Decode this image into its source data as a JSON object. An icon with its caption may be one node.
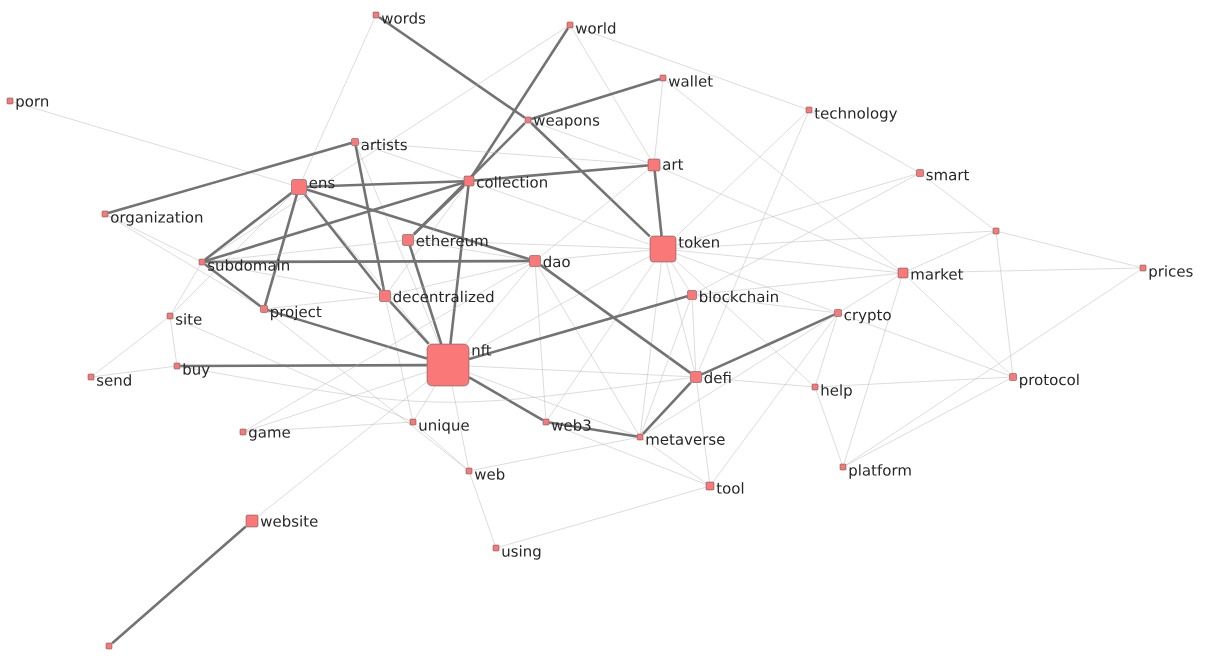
{
  "diagram": {
    "nodes": [
      {
        "text": [
          "words"
        ]
      },
      {
        "text": [
          "world"
        ]
      },
      {
        "text": [
          "porn"
        ]
      },
      {
        "text": [
          "wallet"
        ]
      },
      {
        "text": [
          "technology"
        ]
      },
      {
        "text": [
          "weapons"
        ]
      },
      {
        "text": [
          "artists"
        ]
      },
      {
        "text": [
          "art"
        ]
      },
      {
        "text": [
          "smart"
        ]
      },
      {
        "text": [
          "ens"
        ]
      },
      {
        "text": [
          "collection"
        ]
      },
      {
        "text": [
          "organization"
        ]
      },
      {
        "text": [],
        "shape": "box"
      },
      {
        "text": [
          "ethereum"
        ]
      },
      {
        "text": [
          "token"
        ]
      },
      {
        "text": [
          "subdomain"
        ]
      },
      {
        "text": [
          "dao"
        ]
      },
      {
        "text": [
          "prices"
        ]
      },
      {
        "text": [
          "market"
        ]
      },
      {
        "text": [
          "decentralized"
        ]
      },
      {
        "text": [
          "blockchain"
        ]
      },
      {
        "text": [
          "site"
        ]
      },
      {
        "text": [
          "project"
        ]
      },
      {
        "text": [
          "crypto"
        ]
      },
      {
        "text": [
          "nft"
        ]
      },
      {
        "text": [
          "buy"
        ]
      },
      {
        "text": [
          "send"
        ]
      },
      {
        "text": [
          "defi"
        ]
      },
      {
        "text": [
          "protocol"
        ]
      },
      {
        "text": [
          "help"
        ]
      },
      {
        "text": [
          "unique"
        ]
      },
      {
        "text": [
          "game"
        ]
      },
      {
        "text": [
          "web3"
        ]
      },
      {
        "text": [
          "metaverse"
        ]
      },
      {
        "text": [
          "web"
        ]
      },
      {
        "text": [
          "platform"
        ]
      },
      {
        "text": [
          "tool"
        ]
      },
      {
        "text": [
          "website"
        ]
      },
      {
        "text": [
          "using"
        ]
      },
      {
        "text": [],
        "shape": "box"
      }
    ],
    "edges": [
      {
        "from": 0,
        "to": 5,
        "arrow": "none",
        "style": "thick"
      },
      {
        "from": 0,
        "to": 9,
        "arrow": "none"
      },
      {
        "from": 1,
        "to": 10,
        "arrow": "none",
        "style": "thick"
      },
      {
        "from": 1,
        "to": 7,
        "arrow": "none"
      },
      {
        "from": 1,
        "to": 15,
        "arrow": "none"
      },
      {
        "from": 1,
        "to": 4,
        "arrow": "none"
      },
      {
        "from": 2,
        "to": 9,
        "arrow": "none"
      },
      {
        "from": 3,
        "to": 5,
        "arrow": "none",
        "style": "thick"
      },
      {
        "from": 3,
        "to": 7,
        "arrow": "none"
      },
      {
        "from": 3,
        "to": 18,
        "arrow": "none"
      },
      {
        "from": 4,
        "to": 8,
        "arrow": "none"
      },
      {
        "from": 4,
        "to": 14,
        "arrow": "none"
      },
      {
        "from": 4,
        "to": 27,
        "arrow": "none"
      },
      {
        "from": 5,
        "to": 10,
        "arrow": "none"
      },
      {
        "from": 5,
        "to": 7,
        "arrow": "none"
      },
      {
        "from": 5,
        "to": 14,
        "arrow": "none",
        "style": "thick"
      },
      {
        "from": 5,
        "to": 13,
        "arrow": "none",
        "style": "thick"
      },
      {
        "from": 6,
        "to": 11,
        "arrow": "none",
        "style": "thick"
      },
      {
        "from": 6,
        "to": 10,
        "arrow": "none"
      },
      {
        "from": 6,
        "to": 7,
        "arrow": "none"
      },
      {
        "from": 6,
        "to": 19,
        "arrow": "none",
        "style": "thick"
      },
      {
        "from": 6,
        "to": 24,
        "arrow": "none"
      },
      {
        "from": 7,
        "to": 14,
        "arrow": "none",
        "style": "thick"
      },
      {
        "from": 7,
        "to": 10,
        "arrow": "none",
        "style": "thick"
      },
      {
        "from": 7,
        "to": 18,
        "arrow": "none"
      },
      {
        "from": 7,
        "to": 16,
        "arrow": "none"
      },
      {
        "from": 8,
        "to": 12,
        "arrow": "none"
      },
      {
        "from": 8,
        "to": 14,
        "arrow": "none"
      },
      {
        "from": 8,
        "to": 20,
        "arrow": "none"
      },
      {
        "from": 9,
        "to": 15,
        "arrow": "none",
        "style": "thick"
      },
      {
        "from": 9,
        "to": 10,
        "arrow": "none",
        "style": "thick"
      },
      {
        "from": 9,
        "to": 16,
        "arrow": "none",
        "style": "thick"
      },
      {
        "from": 9,
        "to": 19,
        "arrow": "none",
        "style": "thick"
      },
      {
        "from": 9,
        "to": 22,
        "arrow": "none",
        "style": "thick"
      },
      {
        "from": 9,
        "to": 21,
        "arrow": "none"
      },
      {
        "from": 9,
        "to": 24,
        "arrow": "none"
      },
      {
        "from": 10,
        "to": 13,
        "arrow": "none",
        "style": "thick"
      },
      {
        "from": 10,
        "to": 24,
        "arrow": "none",
        "style": "thick"
      },
      {
        "from": 10,
        "to": 15,
        "arrow": "none",
        "style": "thick"
      },
      {
        "from": 10,
        "to": 14,
        "arrow": "none"
      },
      {
        "from": 10,
        "to": 19,
        "arrow": "none"
      },
      {
        "from": 11,
        "to": 15,
        "arrow": "none"
      },
      {
        "from": 11,
        "to": 22,
        "arrow": "none"
      },
      {
        "from": 12,
        "to": 17,
        "arrow": "none"
      },
      {
        "from": 12,
        "to": 18,
        "arrow": "none"
      },
      {
        "from": 12,
        "to": 28,
        "arrow": "none"
      },
      {
        "from": 12,
        "to": 14,
        "arrow": "none"
      },
      {
        "from": 13,
        "to": 14,
        "arrow": "none"
      },
      {
        "from": 13,
        "to": 16,
        "arrow": "none"
      },
      {
        "from": 13,
        "to": 24,
        "arrow": "none",
        "style": "thick"
      },
      {
        "from": 13,
        "to": 15,
        "arrow": "none"
      },
      {
        "from": 14,
        "to": 24,
        "arrow": "none"
      },
      {
        "from": 14,
        "to": 16,
        "arrow": "none"
      },
      {
        "from": 14,
        "to": 20,
        "arrow": "none"
      },
      {
        "from": 14,
        "to": 27,
        "arrow": "none"
      },
      {
        "from": 14,
        "to": 18,
        "arrow": "none"
      },
      {
        "from": 14,
        "to": 23,
        "arrow": "none"
      },
      {
        "from": 14,
        "to": 33,
        "arrow": "none"
      },
      {
        "from": 14,
        "to": 32,
        "arrow": "none"
      },
      {
        "from": 14,
        "to": 29,
        "arrow": "none"
      },
      {
        "from": 15,
        "to": 16,
        "arrow": "none",
        "style": "thick"
      },
      {
        "from": 15,
        "to": 22,
        "arrow": "none",
        "style": "thick"
      },
      {
        "from": 15,
        "to": 21,
        "arrow": "none"
      },
      {
        "from": 15,
        "to": 19,
        "arrow": "none"
      },
      {
        "from": 16,
        "to": 19,
        "arrow": "none"
      },
      {
        "from": 16,
        "to": 27,
        "arrow": "none",
        "style": "thick"
      },
      {
        "from": 16,
        "to": 24,
        "arrow": "none"
      },
      {
        "from": 16,
        "to": 32,
        "arrow": "none"
      },
      {
        "from": 16,
        "to": 33,
        "arrow": "none"
      },
      {
        "from": 17,
        "to": 18,
        "arrow": "none"
      },
      {
        "from": 17,
        "to": 35,
        "arrow": "none"
      },
      {
        "from": 18,
        "to": 23,
        "arrow": "none"
      },
      {
        "from": 18,
        "to": 35,
        "arrow": "none"
      },
      {
        "from": 18,
        "to": 20,
        "arrow": "none"
      },
      {
        "from": 19,
        "to": 24,
        "arrow": "none",
        "style": "thick"
      },
      {
        "from": 19,
        "to": 30,
        "arrow": "none"
      },
      {
        "from": 19,
        "to": 22,
        "arrow": "none"
      },
      {
        "from": 20,
        "to": 24,
        "arrow": "none",
        "style": "thick"
      },
      {
        "from": 20,
        "to": 27,
        "arrow": "none"
      },
      {
        "from": 20,
        "to": 23,
        "arrow": "none"
      },
      {
        "from": 20,
        "to": 33,
        "arrow": "none"
      },
      {
        "from": 21,
        "to": 26,
        "arrow": "none"
      },
      {
        "from": 21,
        "to": 25,
        "arrow": "none"
      },
      {
        "from": 21,
        "to": 30,
        "arrow": "none"
      },
      {
        "from": 22,
        "to": 24,
        "arrow": "none",
        "style": "thick"
      },
      {
        "from": 22,
        "to": 34,
        "arrow": "none"
      },
      {
        "from": 23,
        "to": 27,
        "arrow": "none",
        "style": "thick"
      },
      {
        "from": 23,
        "to": 28,
        "arrow": "none"
      },
      {
        "from": 23,
        "to": 29,
        "arrow": "none"
      },
      {
        "from": 23,
        "to": 36,
        "arrow": "none"
      },
      {
        "from": 23,
        "to": 33,
        "arrow": "none"
      },
      {
        "from": 24,
        "to": 25,
        "arrow": "none",
        "style": "thick"
      },
      {
        "from": 24,
        "to": 27,
        "arrow": "none"
      },
      {
        "from": 24,
        "to": 32,
        "arrow": "none",
        "style": "thick"
      },
      {
        "from": 24,
        "to": 30,
        "arrow": "none"
      },
      {
        "from": 24,
        "to": 34,
        "arrow": "none"
      },
      {
        "from": 24,
        "to": 31,
        "arrow": "none"
      },
      {
        "from": 24,
        "to": 37,
        "arrow": "none"
      },
      {
        "from": 24,
        "to": 33,
        "arrow": "none"
      },
      {
        "from": 25,
        "to": 26,
        "arrow": "none"
      },
      {
        "from": 25,
        "to": 27,
        "arrow": "none"
      },
      {
        "from": 27,
        "to": 33,
        "arrow": "none",
        "style": "thick"
      },
      {
        "from": 27,
        "to": 29,
        "arrow": "none"
      },
      {
        "from": 27,
        "to": 36,
        "arrow": "none"
      },
      {
        "from": 28,
        "to": 29,
        "arrow": "none"
      },
      {
        "from": 28,
        "to": 35,
        "arrow": "none"
      },
      {
        "from": 28,
        "to": 18,
        "arrow": "none"
      },
      {
        "from": 29,
        "to": 35,
        "arrow": "none"
      },
      {
        "from": 30,
        "to": 34,
        "arrow": "none"
      },
      {
        "from": 30,
        "to": 31,
        "arrow": "none"
      },
      {
        "from": 31,
        "to": 16,
        "arrow": "none"
      },
      {
        "from": 32,
        "to": 33,
        "arrow": "none",
        "style": "thick"
      },
      {
        "from": 32,
        "to": 36,
        "arrow": "none"
      },
      {
        "from": 33,
        "to": 34,
        "arrow": "none"
      },
      {
        "from": 33,
        "to": 36,
        "arrow": "none"
      },
      {
        "from": 34,
        "to": 38,
        "arrow": "none"
      },
      {
        "from": 36,
        "to": 38,
        "arrow": "none"
      },
      {
        "from": 37,
        "to": 39,
        "arrow": "none",
        "style": "thick"
      }
    ]
  }
}
